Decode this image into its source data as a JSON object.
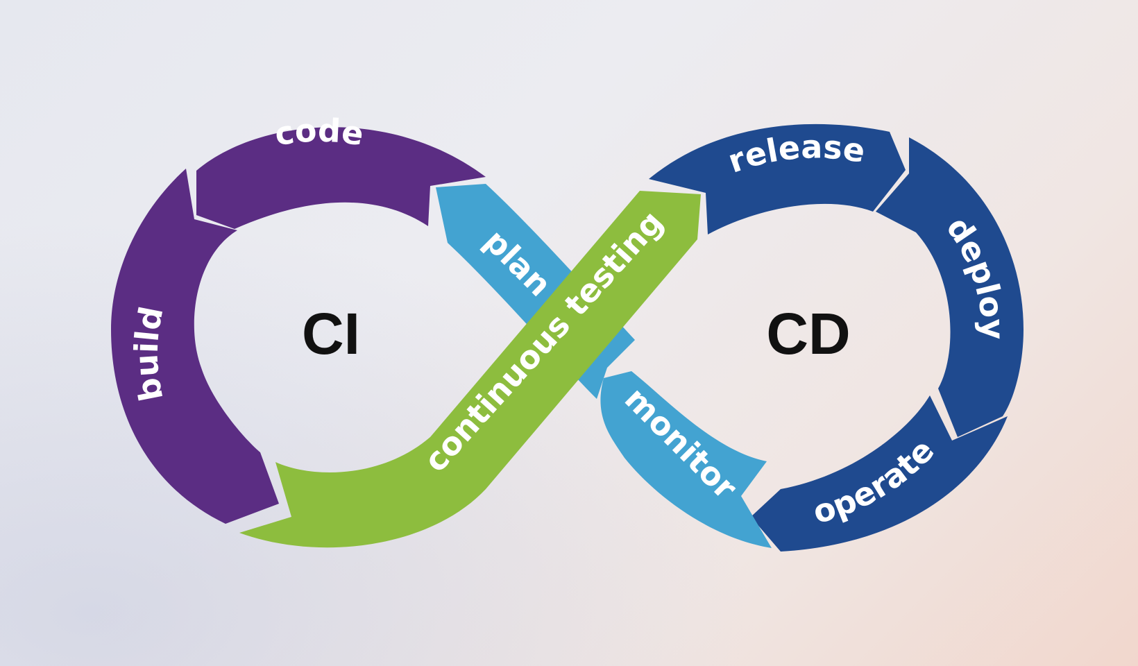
{
  "diagram": {
    "colors": {
      "ci_loop": "#5b2d83",
      "cd_loop": "#1f4a8f",
      "cross_blue": "#43a3d1",
      "testing_green": "#8dbd3e",
      "text_white": "#ffffff",
      "text_dark": "#111111"
    },
    "hubs": {
      "ci": "CI",
      "cd": "CD"
    },
    "segments": {
      "code": "code",
      "build": "build",
      "plan": "plan",
      "continuous_testing": "continuous testing",
      "monitor": "monitor",
      "release": "release",
      "deploy": "deploy",
      "operate": "operate"
    }
  }
}
